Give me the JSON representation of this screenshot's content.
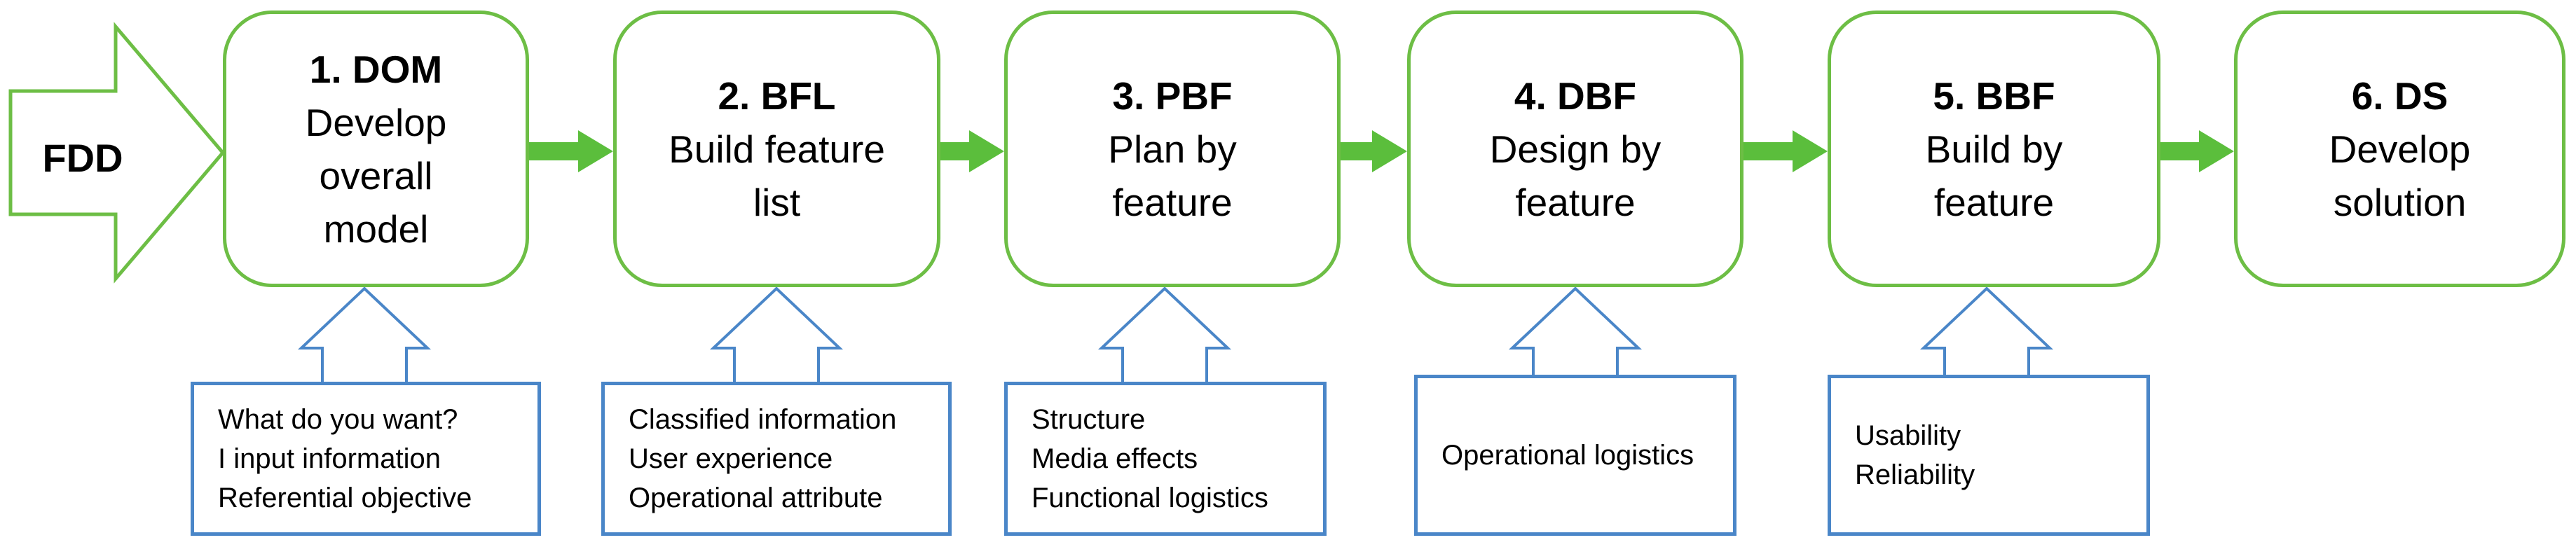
{
  "source": {
    "label": "FDD"
  },
  "colors": {
    "step_border": "#6DBE45",
    "flow_arrow": "#5BBE3C",
    "note_border": "#4A86C8"
  },
  "steps": [
    {
      "title": "1. DOM",
      "lines": [
        "Develop",
        "overall",
        "model"
      ]
    },
    {
      "title": "2. BFL",
      "lines": [
        "Build feature",
        "list"
      ]
    },
    {
      "title": "3. PBF",
      "lines": [
        "Plan by",
        "feature"
      ]
    },
    {
      "title": "4. DBF",
      "lines": [
        "Design by",
        "feature"
      ]
    },
    {
      "title": "5. BBF",
      "lines": [
        "Build by",
        "feature"
      ]
    },
    {
      "title": "6. DS",
      "lines": [
        "Develop",
        "solution"
      ]
    }
  ],
  "notes": [
    {
      "lines": [
        "What do you want?",
        "I input information",
        "Referential objective"
      ]
    },
    {
      "lines": [
        "Classified information",
        "User experience",
        "Operational attribute"
      ]
    },
    {
      "lines": [
        "Structure",
        "Media effects",
        "Functional logistics"
      ]
    },
    {
      "lines": [
        "Operational logistics"
      ]
    },
    {
      "lines": [
        "Usability",
        "Reliability"
      ]
    }
  ]
}
